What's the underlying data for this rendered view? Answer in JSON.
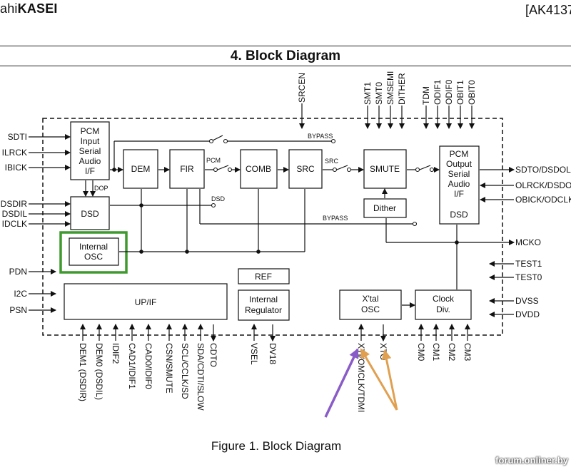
{
  "header": {
    "company_prefix": "ahi",
    "company_name": "KASEI",
    "doc_id": "[AK4137"
  },
  "section_title": "4.  Block Diagram",
  "caption": "Figure 1. Block Diagram",
  "watermark": "forum.onliner.by",
  "blocks": {
    "pcm_in": [
      "PCM",
      "Input",
      "Serial",
      "Audio",
      "I/F"
    ],
    "dsd_in": "DSD",
    "internal_osc": [
      "Internal",
      "OSC"
    ],
    "dem": "DEM",
    "fir": "FIR",
    "comb": "COMB",
    "src": "SRC",
    "smute": "SMUTE",
    "dither": "Dither",
    "pcm_out": [
      "PCM",
      "Output",
      "Serial",
      "Audio",
      "I/F"
    ],
    "pcm_out_dsd": "DSD",
    "ref": "REF",
    "regulator": [
      "Internal",
      "Regulator"
    ],
    "upif": "UP/IF",
    "xtal": [
      "X'tal",
      "OSC"
    ],
    "clock": [
      "Clock",
      "Div."
    ]
  },
  "inline_labels": {
    "dop": "DOP",
    "bypass1": "BYPASS",
    "bypass2": "BYPASS",
    "pcm": "PCM",
    "dsd": "DSD",
    "src": "SRC"
  },
  "pins": {
    "left": [
      "SDTI",
      "ILRCK",
      "IBICK",
      "DSDIR",
      "DSDIL",
      "IDCLK",
      "PDN",
      "I2C",
      "PSN"
    ],
    "right": [
      "SDTO/DSDOL",
      "OLRCK/DSDOR",
      "OBICK/ODCLK",
      "MCKO",
      "TEST1",
      "TEST0",
      "DVSS",
      "DVDD"
    ],
    "top": [
      "SRCEN",
      "SMT1",
      "SMT0",
      "SMSEMI",
      "DITHER",
      "TDM",
      "ODIF1",
      "ODIF0",
      "OBIT1",
      "OBIT0"
    ],
    "bottom": [
      "DEM1  (DSDIR)",
      "DEM0 (DSDIL)",
      "IDIF2",
      "CAD1/IDIF1",
      "CAD0/IDIF0",
      "CSN/SMUTE",
      "SCL/CCLK/SD",
      "SDA/CDTI/SLOW",
      "CDTO",
      "VSEL",
      "DV18",
      "XTI/OMCLK/TDMI",
      "XTO",
      "CM0",
      "CM1",
      "CM2",
      "CM3"
    ]
  },
  "highlight_color": "#3f9a2e",
  "arrow_colors": {
    "purple": "#8a5cc8",
    "orange": "#e0a050"
  }
}
